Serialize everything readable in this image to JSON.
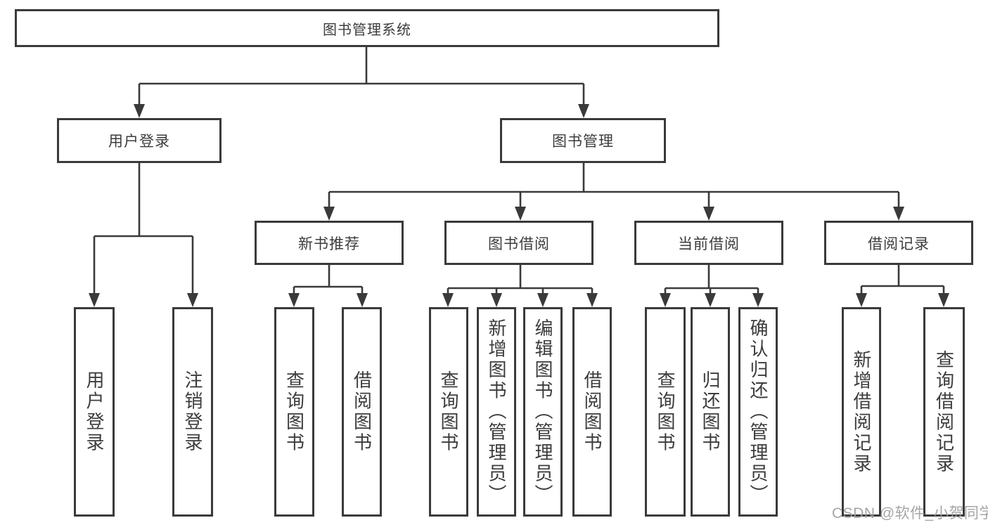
{
  "colors": {
    "line": "#3a3a3a",
    "text": "#3c3c3c",
    "watermark": "#9e9e9e",
    "background": "#ffffff"
  },
  "nodes": {
    "root": "图书管理系统",
    "level2": [
      "用户登录",
      "图书管理"
    ],
    "level3": [
      "新书推荐",
      "图书借阅",
      "当前借阅",
      "借阅记录"
    ],
    "leaves": {
      "user_login": [
        "用户登录",
        "注销登录"
      ],
      "new_book_recommend": [
        "查询图书",
        "借阅图书"
      ],
      "book_borrowing": [
        "查询图书",
        "新增图书（管理员）",
        "编辑图书（管理员）",
        "借阅图书"
      ],
      "current_borrowing": [
        "查询图书",
        "归还图书",
        "确认归还（管理员）"
      ],
      "borrowing_records": [
        "新增借阅记录",
        "查询借阅记录"
      ]
    }
  },
  "watermark": "CSDN @软件_小贺同学"
}
